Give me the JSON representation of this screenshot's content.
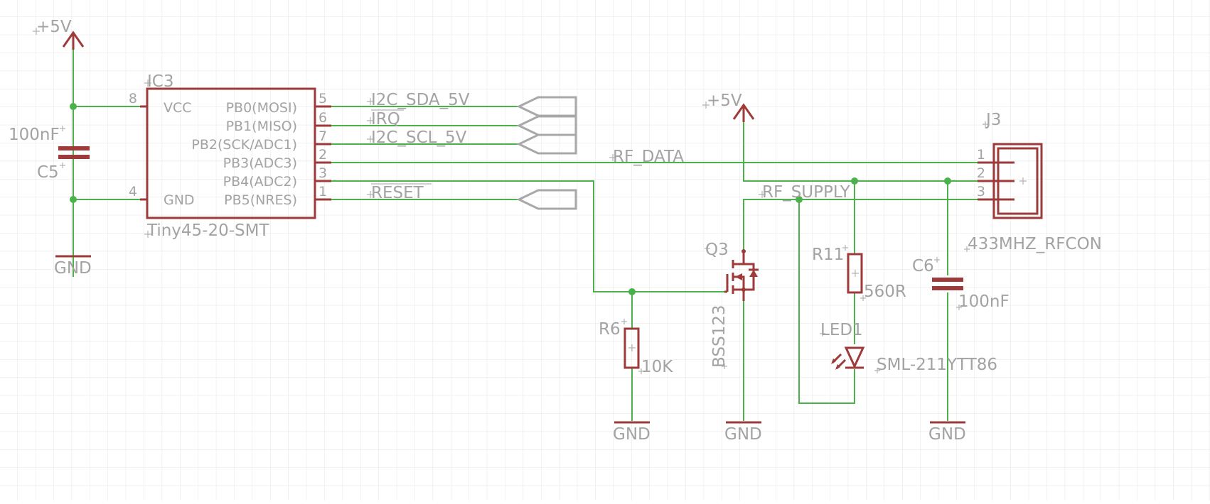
{
  "schematic": {
    "ic": {
      "ref": "IC3",
      "value": "Tiny45-20-SMT",
      "left_pins": [
        {
          "name": "VCC",
          "number": "8"
        },
        {
          "name": "GND",
          "number": "4"
        }
      ],
      "right_pins": [
        {
          "name": "PB0(MOSI)",
          "number": "5",
          "net": "I2C_SDA_5V"
        },
        {
          "name": "PB1(MISO)",
          "number": "6",
          "net": "IRQ"
        },
        {
          "name": "PB2(SCK/ADC1)",
          "number": "7",
          "net": "I2C_SCL_5V"
        },
        {
          "name": "PB3(ADC3)",
          "number": "2",
          "net": "RF_DATA"
        },
        {
          "name": "PB4(ADC2)",
          "number": "3",
          "net": ""
        },
        {
          "name": "PB5(NRES)",
          "number": "1",
          "net": "RESET"
        }
      ]
    },
    "c5": {
      "ref": "C5",
      "value": "100nF"
    },
    "c6": {
      "ref": "C6",
      "value": "100nF"
    },
    "r6": {
      "ref": "R6",
      "value": "10K"
    },
    "r11": {
      "ref": "R11",
      "value": "560R"
    },
    "q3": {
      "ref": "Q3",
      "value": "BSS123"
    },
    "led1": {
      "ref": "LED1",
      "value": "SML-211YTT86"
    },
    "j3": {
      "ref": "J3",
      "value": "433MHZ_RFCON",
      "pins": [
        "1",
        "2",
        "3"
      ]
    },
    "nets": {
      "rf_data": "RF_DATA",
      "rf_supply": "RF_SUPPLY"
    },
    "power": {
      "vcc": "+5V",
      "gnd": "GND"
    },
    "colors": {
      "symbol": "#9e3a3a",
      "wire": "#4bb24b",
      "label": "#a3a3a3",
      "port": "#a8a8a8",
      "grid": "#e4e4e4",
      "background": "#ffffff"
    }
  }
}
